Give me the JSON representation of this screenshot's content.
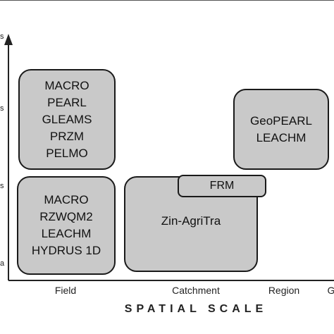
{
  "colors": {
    "box_fill": "#c9c9c9",
    "box_border": "#1a1a1a",
    "axis": "#222222"
  },
  "y_axis": {
    "tick_fragments": [
      "s",
      "s",
      "s",
      "a"
    ]
  },
  "x_axis": {
    "title": "SPATIAL SCALE",
    "ticks": [
      "Field",
      "Catchment",
      "Region",
      "G"
    ]
  },
  "boxes": {
    "field_upper": {
      "lines": [
        "MACRO",
        "PEARL",
        "GLEAMS",
        "PRZM",
        "PELMO"
      ]
    },
    "field_lower": {
      "lines": [
        "MACRO",
        "RZWQM2",
        "LEACHM",
        "HYDRUS 1D"
      ]
    },
    "catchment": {
      "lines": [
        "Zin-AgriTra"
      ]
    },
    "frm": {
      "lines": [
        "FRM"
      ]
    },
    "region": {
      "lines": [
        "GeoPEARL",
        "LEACHM"
      ]
    }
  }
}
